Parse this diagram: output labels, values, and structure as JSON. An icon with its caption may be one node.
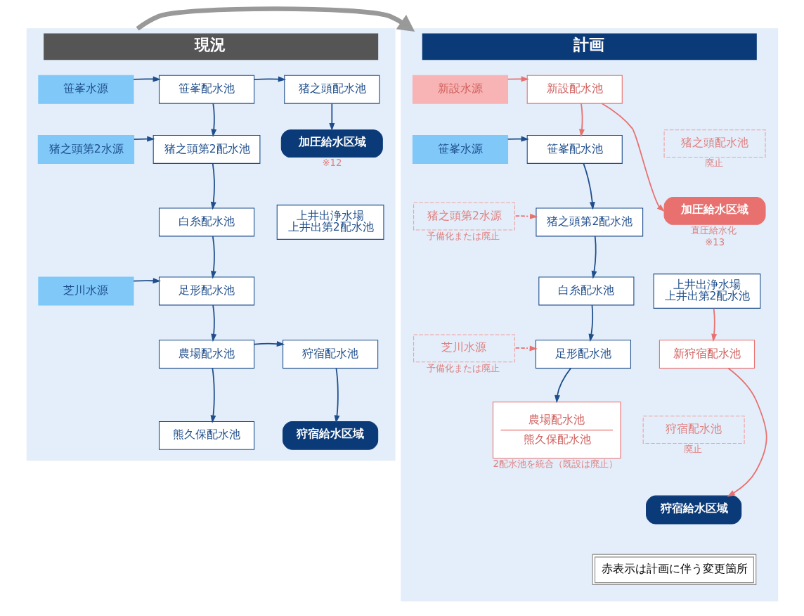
{
  "diagram": {
    "nodes": [
      {
        "text": [
          "現況"
        ]
      },
      {
        "text": [
          "計画"
        ]
      },
      {
        "text": [
          "笹峯水源"
        ],
        "in": 0
      },
      {
        "text": [
          "笹峯配水池"
        ],
        "in": 0
      },
      {
        "text": [
          "猪之頭配水池"
        ],
        "in": 0
      },
      {
        "text": [
          "猪之頭第2水源"
        ],
        "in": 0
      },
      {
        "text": [
          "猪之頭第2配水池"
        ],
        "in": 0
      },
      {
        "text": [
          "加圧給水区域"
        ],
        "in": 0,
        "beside": [
          "※12"
        ]
      },
      {
        "text": [
          "白糸配水池"
        ],
        "in": 0
      },
      {
        "text": [
          "上井出浄水場",
          "上井出第2配水池"
        ],
        "in": 0
      },
      {
        "text": [
          "芝川水源"
        ],
        "in": 0
      },
      {
        "text": [
          "足形配水池"
        ],
        "in": 0
      },
      {
        "text": [
          "農場配水池"
        ],
        "in": 0
      },
      {
        "text": [
          "狩宿配水池"
        ],
        "in": 0
      },
      {
        "text": [
          "熊久保配水池"
        ],
        "in": 0
      },
      {
        "text": [
          "狩宿給水区域"
        ],
        "in": 0
      },
      {
        "text": [
          "新設水源"
        ],
        "in": 1
      },
      {
        "text": [
          "新設配水池"
        ],
        "in": 1
      },
      {
        "text": [
          "笹峯水源"
        ],
        "in": 1
      },
      {
        "text": [
          "笹峯配水池"
        ],
        "in": 1
      },
      {
        "text": [
          "猪之頭配水池"
        ],
        "in": 1,
        "beside": [
          "廃止"
        ]
      },
      {
        "text": [
          "猪之頭第2水源"
        ],
        "in": 1,
        "beside": [
          "予備化または廃止"
        ]
      },
      {
        "text": [
          "猪之頭第2配水池"
        ],
        "in": 1
      },
      {
        "text": [
          "加圧給水区域"
        ],
        "in": 1,
        "beside": [
          "直圧給水化",
          "※13"
        ]
      },
      {
        "text": [
          "白糸配水池"
        ],
        "in": 1
      },
      {
        "text": [
          "上井出浄水場",
          "上井出第2配水池"
        ],
        "in": 1
      },
      {
        "text": [
          "芝川水源"
        ],
        "in": 1,
        "beside": [
          "予備化または廃止"
        ]
      },
      {
        "text": [
          "足形配水池"
        ],
        "in": 1
      },
      {
        "text": [
          "農場配水池",
          "熊久保配水池"
        ],
        "in": 1,
        "beside": [
          "2配水池を統合（既設は廃止）"
        ]
      },
      {
        "text": [
          "新狩宿配水池"
        ],
        "in": 1
      },
      {
        "text": [
          "狩宿配水池"
        ],
        "in": 1,
        "beside": [
          "廃止"
        ]
      },
      {
        "text": [
          "狩宿給水区域"
        ],
        "in": 1
      }
    ],
    "edges": [
      {
        "from": 0,
        "to": 1,
        "arrow": "to",
        "style": "thick",
        "color": "#999999"
      },
      {
        "from": 2,
        "to": 3,
        "arrow": "to"
      },
      {
        "from": 3,
        "to": 4,
        "arrow": "to"
      },
      {
        "from": 3,
        "to": 6,
        "arrow": "to"
      },
      {
        "from": 4,
        "to": 7,
        "arrow": "to"
      },
      {
        "from": 5,
        "to": 6,
        "arrow": "to"
      },
      {
        "from": 6,
        "to": 8,
        "arrow": "to"
      },
      {
        "from": 8,
        "to": 11,
        "arrow": "to"
      },
      {
        "from": 10,
        "to": 11,
        "arrow": "to"
      },
      {
        "from": 11,
        "to": 12,
        "arrow": "to"
      },
      {
        "from": 12,
        "to": 13,
        "arrow": "to"
      },
      {
        "from": 12,
        "to": 14,
        "arrow": "to"
      },
      {
        "from": 13,
        "to": 15,
        "arrow": "to"
      },
      {
        "from": 16,
        "to": 17,
        "arrow": "to",
        "color": "#e8716f"
      },
      {
        "from": 17,
        "to": 19,
        "arrow": "to",
        "color": "#e8716f"
      },
      {
        "from": 17,
        "to": 23,
        "arrow": "to",
        "color": "#e8716f"
      },
      {
        "from": 18,
        "to": 19,
        "arrow": "to"
      },
      {
        "from": 19,
        "to": 22,
        "arrow": "to"
      },
      {
        "from": 21,
        "to": 22,
        "arrow": "to",
        "style": "dashed",
        "color": "#e8716f"
      },
      {
        "from": 22,
        "to": 24,
        "arrow": "to"
      },
      {
        "from": 24,
        "to": 27,
        "arrow": "to"
      },
      {
        "from": 26,
        "to": 27,
        "arrow": "to",
        "style": "dashed",
        "color": "#e8716f"
      },
      {
        "from": 27,
        "to": 28,
        "arrow": "to"
      },
      {
        "from": 25,
        "to": 29,
        "arrow": "to",
        "color": "#e8716f"
      },
      {
        "from": 29,
        "to": 31,
        "arrow": "to",
        "color": "#e8716f"
      }
    ],
    "labels": [
      "赤表示は計画に伴う変更箇所"
    ]
  }
}
